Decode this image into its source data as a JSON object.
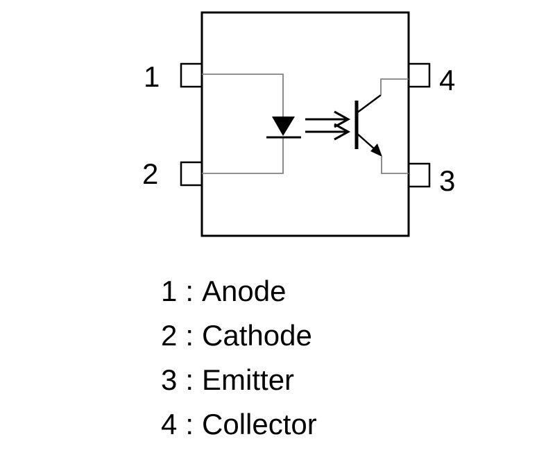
{
  "pins": [
    {
      "number": "1",
      "function": "Anode"
    },
    {
      "number": "2",
      "function": "Cathode"
    },
    {
      "number": "3",
      "function": "Emitter"
    },
    {
      "number": "4",
      "function": "Collector"
    }
  ],
  "separator": ":",
  "colors": {
    "stroke": "#000000",
    "lead": "#808080",
    "background": "#ffffff"
  },
  "icons": {
    "led": "led-diode-icon",
    "light": "light-emission-arrows-icon",
    "transistor": "npn-phototransistor-icon"
  }
}
